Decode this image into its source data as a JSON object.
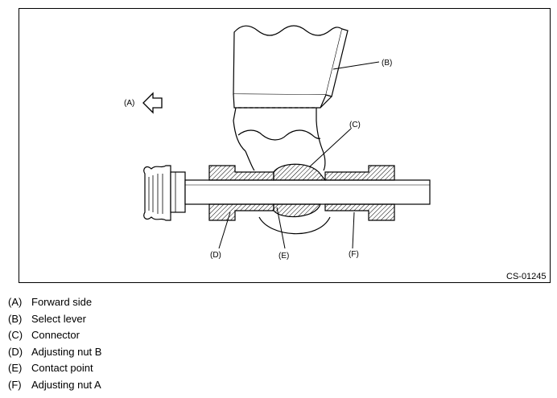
{
  "figure": {
    "id": "CS-01245",
    "callouts": {
      "a": "(A)",
      "b": "(B)",
      "c": "(C)",
      "d": "(D)",
      "e": "(E)",
      "f": "(F)"
    }
  },
  "legend": [
    {
      "key": "(A)",
      "text": "Forward side"
    },
    {
      "key": "(B)",
      "text": "Select lever"
    },
    {
      "key": "(C)",
      "text": "Connector"
    },
    {
      "key": "(D)",
      "text": "Adjusting nut B"
    },
    {
      "key": "(E)",
      "text": "Contact point"
    },
    {
      "key": "(F)",
      "text": "Adjusting nut A"
    }
  ]
}
